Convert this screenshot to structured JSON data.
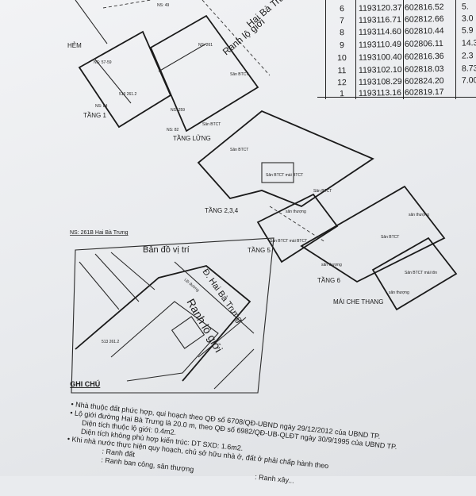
{
  "coordinate_table": {
    "rows": [
      {
        "point": "6",
        "x": "1193120.37",
        "y": "602816.52",
        "length": "5."
      },
      {
        "point": "7",
        "x": "1193116.71",
        "y": "602812.66",
        "length": "3.0"
      },
      {
        "point": "8",
        "x": "1193114.60",
        "y": "602810.44",
        "length": "5.9"
      },
      {
        "point": "9",
        "x": "1193110.49",
        "y": "602806.11",
        "length": "14.3"
      },
      {
        "point": "10",
        "x": "1193100.40",
        "y": "602816.36",
        "length": "2.3"
      },
      {
        "point": "11",
        "x": "1193102.10",
        "y": "602818.03",
        "length": "8.73"
      },
      {
        "point": "12",
        "x": "1193108.29",
        "y": "602824.20",
        "length": "7.00"
      },
      {
        "point": "1",
        "x": "1193113.16",
        "y": "602819.17",
        "length": ""
      }
    ]
  },
  "floor_plans": {
    "hem": "HẺM",
    "ns49": "NS: 49",
    "ns5759": "NS: 57-59",
    "ns84": "NS: 84",
    "ns261": "NS: 261",
    "ns259": "NS: 259",
    "ns82": "NS: 82",
    "ranh_lo_gioi_top": "Ranh lộ giới",
    "hai_ba_trung_top": "Hai Bà Trưng",
    "tang_1": "TẦNG 1",
    "tang_lung": "TẦNG LỬNG",
    "tang_234": "TẦNG 2,3,4",
    "tang_5": "TẦNG 5",
    "tang_6": "TẦNG 6",
    "mai_che_thang": "MÁI CHE THANG",
    "san_btct": "Sân BTCT",
    "san_btct_mai_btct": "Sân BTCT mái BTCT",
    "san_btct_mai_ton": "Sân BTCT mái tôn",
    "san_thuong": "sân thượng",
    "plot_label": "513 261.2"
  },
  "location_map": {
    "address": "NS: 261B Hai Bà Trưng",
    "title": "Bản đồ vị trí",
    "street": "Đ. Hai Bà Trưng",
    "lo_gioi": "Ranh lộ giới",
    "ld_duong": "LĐ đường"
  },
  "notes": {
    "heading": "GHI CHÚ",
    "lines": [
      "• Nhà thuộc đất phức hợp, qui hoạch theo QĐ số 6708/QĐ-UBND ngày 29/12/2012 của UBND TP.",
      "• Lộ giới đường Hai Bà Trưng là 20.0 m, theo QĐ số 6982/QĐ-UB-QLĐT ngày 30/9/1995 của UBND TP.",
      "Diện tích thuộc lộ giới: 0.4m2.",
      "Diện tích không phù hợp kiến trúc: DT SXD: 1.6m2.",
      "• Khi nhà nước thực hiện quy hoạch, chủ sở hữu nhà ở, đất ở phải chấp hành theo",
      ": Ranh đất",
      ": Ranh ban công, sân thượng",
      ": Ranh xây..."
    ]
  }
}
